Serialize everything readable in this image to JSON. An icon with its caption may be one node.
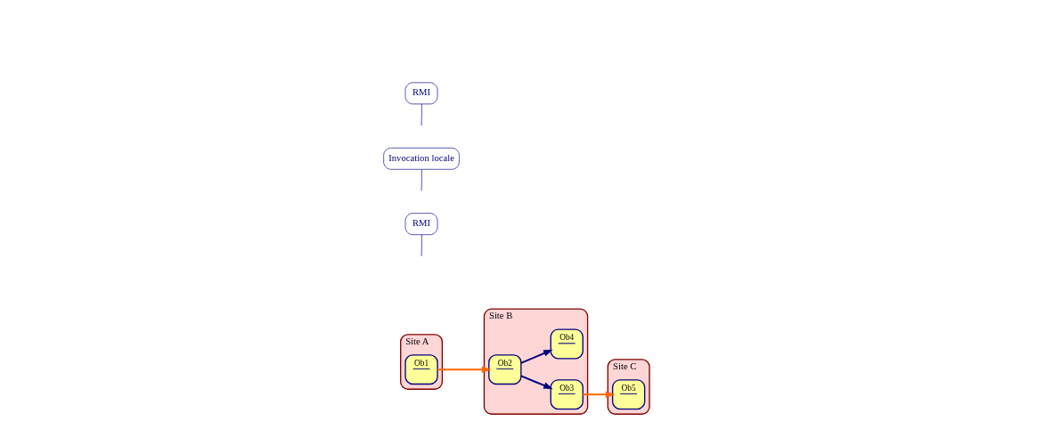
{
  "diagram": {
    "nodes": [
      {
        "text": [
          "Site A"
        ]
      },
      {
        "text": [
          "Ob1"
        ],
        "in": 0
      },
      {
        "text": [
          "Site B"
        ]
      },
      {
        "text": [
          "Ob2"
        ],
        "in": 2
      },
      {
        "text": [
          "Ob3"
        ],
        "in": 2
      },
      {
        "text": [
          "Ob4"
        ],
        "in": 2
      },
      {
        "text": [
          "Site C"
        ]
      },
      {
        "text": [
          "Ob5"
        ],
        "in": 6
      },
      {
        "text": [
          "RMI"
        ]
      },
      {
        "text": [
          "Invocation locale"
        ]
      },
      {
        "text": [
          "RMI"
        ]
      }
    ],
    "edges": [
      {
        "from": 1,
        "to": 3,
        "arrow": "to",
        "color": "#ff6600"
      },
      {
        "from": 3,
        "to": 4,
        "arrow": "to",
        "color": "#000080"
      },
      {
        "from": 3,
        "to": 5,
        "arrow": "to",
        "color": "#000080"
      },
      {
        "from": 4,
        "to": 7,
        "arrow": "to",
        "color": "#ff6600"
      },
      {
        "from": 8,
        "to": null,
        "arrow": "none"
      },
      {
        "from": 9,
        "to": null,
        "arrow": "none"
      },
      {
        "from": 10,
        "to": null,
        "arrow": "none"
      }
    ]
  }
}
